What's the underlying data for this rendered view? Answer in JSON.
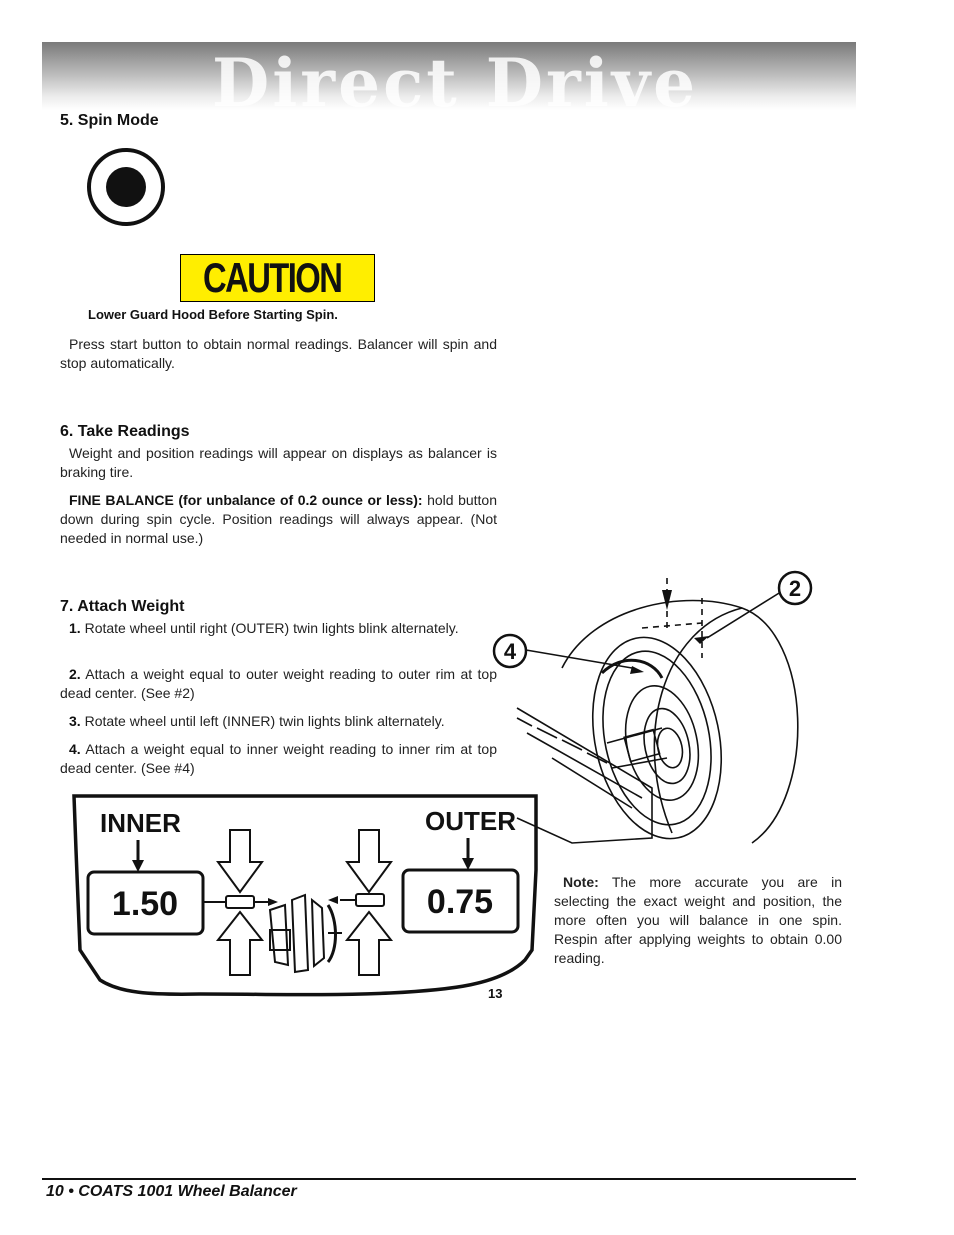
{
  "header": {
    "title": "Direct Drive"
  },
  "section5": {
    "heading": "5. Spin Mode",
    "caution_label": "CAUTION",
    "caution_caption": "Lower Guard Hood Before Starting Spin.",
    "body": "Press start button to obtain normal readings. Balancer will spin and stop automatically."
  },
  "section6": {
    "heading": "6. Take Readings",
    "body": "Weight and position readings will appear on displays as balancer is braking tire.",
    "fine_label": "FINE BALANCE (for unbalance of 0.2 ounce or less):",
    "fine_body": " hold button down during spin cycle. Position readings will always appear. (Not needed in normal use.)"
  },
  "section7": {
    "heading": "7. Attach Weight",
    "steps": [
      {
        "num": "1.",
        "text": " Rotate wheel until right (OUTER) twin lights blink alternately."
      },
      {
        "num": "2.",
        "text": " Attach a weight equal to outer weight reading to outer rim at top dead center. (See #2)"
      },
      {
        "num": "3.",
        "text": " Rotate wheel until left (INNER) twin lights blink alternately."
      },
      {
        "num": "4.",
        "text": " Attach a weight equal to inner weight reading to inner rim at top dead center. (See #4)"
      }
    ]
  },
  "figure": {
    "callout_2": "2",
    "callout_4": "4",
    "inner_label": "INNER",
    "inner_value": "1.50",
    "outer_label": "OUTER",
    "outer_value": "0.75",
    "figure_number": "13"
  },
  "note": {
    "label": "Note:",
    "text": " The more accurate you are in selecting the exact weight and position, the more often you will balance in one spin. Respin after applying weights to obtain 0.00 reading."
  },
  "footer": {
    "text": "10 • COATS 1001 Wheel Balancer"
  }
}
